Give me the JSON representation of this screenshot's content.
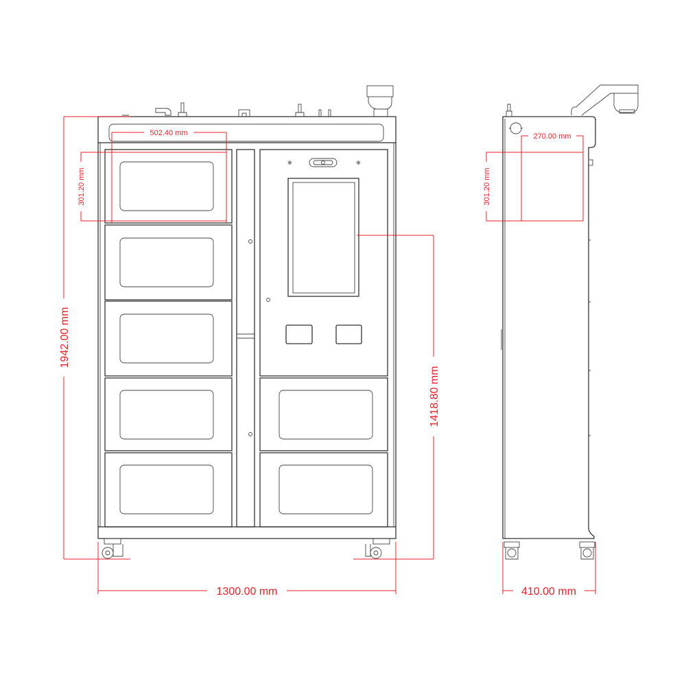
{
  "title": "Locker cabinet dimension drawing",
  "colors": {
    "line": "#333333",
    "dimension": "#e8202a",
    "background": "#ffffff"
  },
  "front_view": {
    "dimensions": {
      "drawer_width": "502.40 mm",
      "drawer_height": "301.20 mm",
      "total_height": "1942.00 mm",
      "screen_to_floor": "1418.80 mm",
      "total_width": "1300.00 mm"
    },
    "left_drawer_count": 5,
    "right_drawer_count": 2
  },
  "side_view": {
    "dimensions": {
      "drawer_depth": "270.00 mm",
      "drawer_height": "301.20 mm",
      "total_depth": "410.00 mm"
    }
  }
}
